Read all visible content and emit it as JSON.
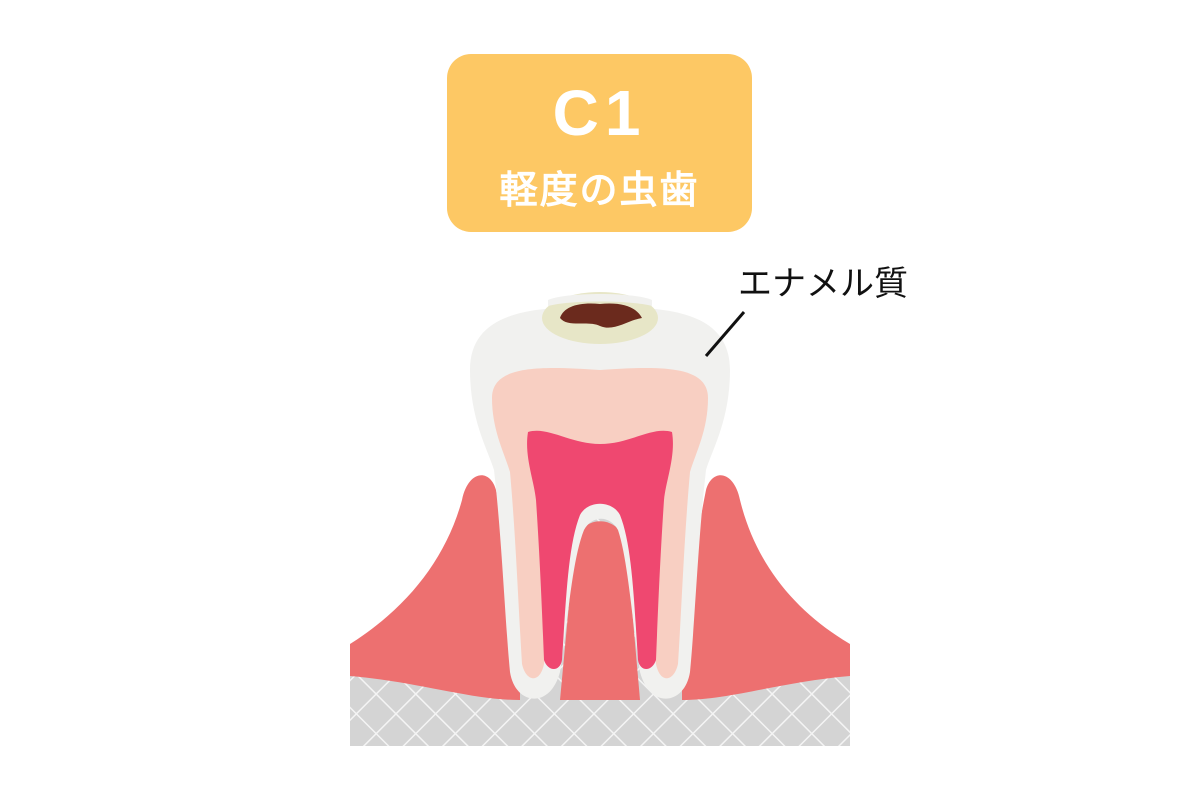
{
  "stage": {
    "code": "C1",
    "label": "軽度の虫歯"
  },
  "callout": {
    "label": "エナメル質"
  },
  "colors": {
    "badge": "#fdc864",
    "enamel": "#f1f1ef",
    "enamel_shadow": "#e3e3df",
    "dentin": "#f8cfc2",
    "pulp": "#ef4870",
    "gum": "#ed7070",
    "gum_light": "#f5a2a0",
    "bone": "#d4d4d4",
    "bone_lines": "#f4f4f4",
    "cavity_ring": "#e7e6c7",
    "cavity_dark": "#6b2a1d",
    "callout_line": "#111111"
  }
}
